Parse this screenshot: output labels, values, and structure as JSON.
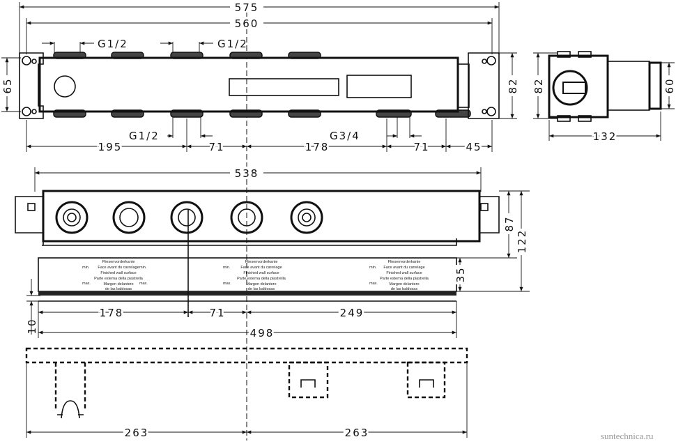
{
  "top_view": {
    "dim_overall": "575",
    "dim_frame": "560",
    "thread_top_left": "G1/2",
    "thread_top_right": "G1/2",
    "thread_bottom_left": "G1/2",
    "thread_bottom_right": "G3/4",
    "dim_height": "65",
    "dim_depth": "82",
    "dims_bottom": [
      "195",
      "71",
      "178",
      "71",
      "45"
    ]
  },
  "side_view": {
    "dim_height": "82",
    "dim_outlet": "60",
    "dim_length": "132"
  },
  "front_view": {
    "dim_width": "538",
    "dim_87": "87",
    "dim_122": "122",
    "dim_35": "35",
    "dim_10": "10",
    "dims_bottom": [
      "178",
      "71",
      "249"
    ],
    "dim_total": "498",
    "tile_text": [
      "Fliesenvorderkante",
      "Face avant du carrelage",
      "Finished wall surface",
      "Parte esterna della piastrella",
      "Margen delantero",
      "de las baldosas"
    ],
    "min_label": "min.",
    "max_label": "max."
  },
  "bottom_view": {
    "dims": [
      "263",
      "263"
    ]
  },
  "watermark": "suntechnica.ru"
}
